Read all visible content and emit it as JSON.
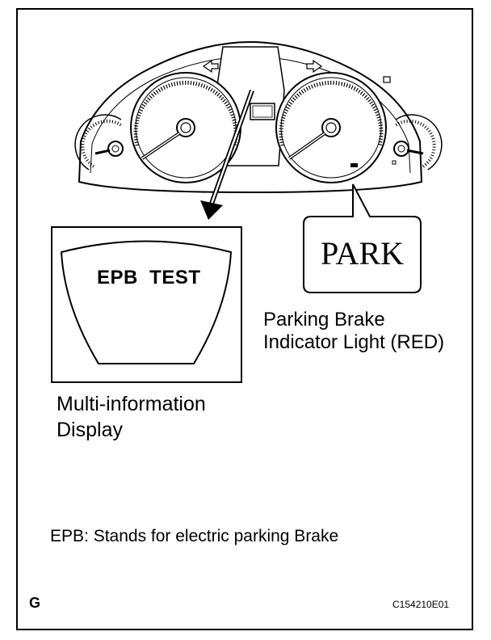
{
  "display": {
    "screen_text": "EPB  TEST"
  },
  "indicator": {
    "text": "PARK"
  },
  "labels": {
    "mid_line1": "Multi-information",
    "mid_line2": "Display",
    "park_line1": "Parking Brake",
    "park_line2": "Indicator Light (RED)"
  },
  "footnote": "EPB: Stands for electric parking Brake",
  "corner_mark": "G",
  "figure_code": "C154210E01"
}
